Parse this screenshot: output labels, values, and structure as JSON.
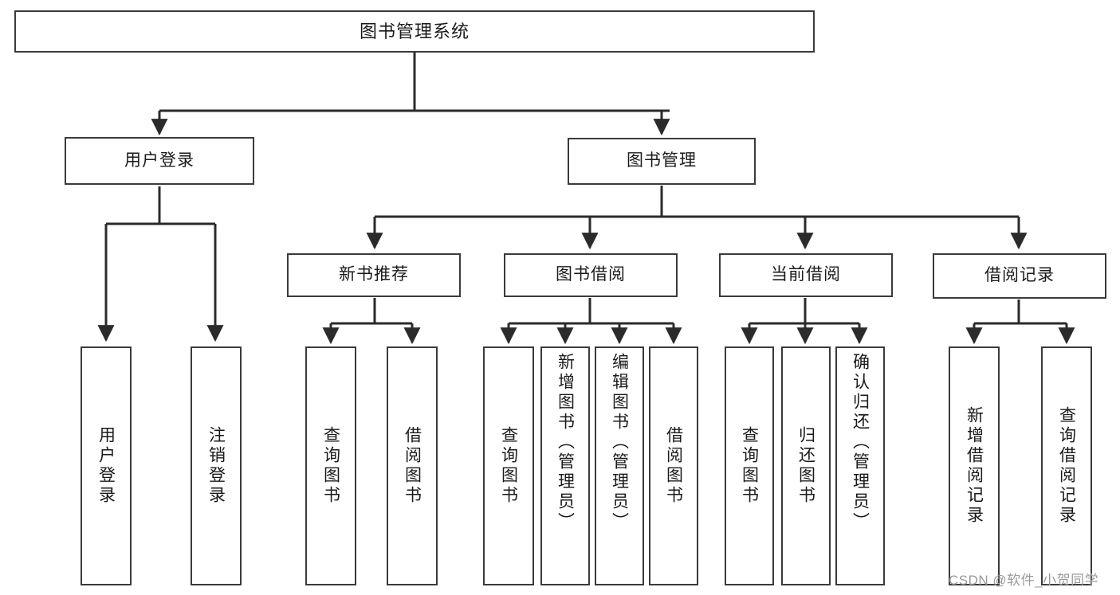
{
  "diagram": {
    "title": "图书管理系统",
    "type": "功能结构图",
    "watermark": "CSDN @软件_小贺同学",
    "colors": {
      "background": "#ffffff",
      "box_border": "#3a3a3a",
      "connector": "#2b2b2b",
      "text": "#1a1a1a",
      "watermark": "#9a9a9a"
    },
    "root": {
      "id": "root",
      "label": "图书管理系统"
    },
    "level2": [
      {
        "id": "user-login",
        "label": "用户登录"
      },
      {
        "id": "book-manage",
        "label": "图书管理"
      }
    ],
    "level3": [
      {
        "id": "new-book-recommend",
        "label": "新书推荐",
        "parent": "book-manage"
      },
      {
        "id": "book-borrow",
        "label": "图书借阅",
        "parent": "book-manage"
      },
      {
        "id": "current-borrow",
        "label": "当前借阅",
        "parent": "book-manage"
      },
      {
        "id": "borrow-record",
        "label": "借阅记录",
        "parent": "book-manage"
      }
    ],
    "leaves": {
      "user-login": [
        {
          "id": "leaf-user-login",
          "label": "用户登录"
        },
        {
          "id": "leaf-user-logout",
          "label": "注销登录"
        }
      ],
      "new-book-recommend": [
        {
          "id": "leaf-query-book-1",
          "label": "查询图书"
        },
        {
          "id": "leaf-borrow-book-1",
          "label": "借阅图书"
        }
      ],
      "book-borrow": [
        {
          "id": "leaf-query-book-2",
          "label": "查询图书"
        },
        {
          "id": "leaf-add-book",
          "label": "新增图书（管理员）"
        },
        {
          "id": "leaf-edit-book",
          "label": "编辑图书（管理员）"
        },
        {
          "id": "leaf-borrow-book-2",
          "label": "借阅图书"
        }
      ],
      "current-borrow": [
        {
          "id": "leaf-query-book-3",
          "label": "查询图书"
        },
        {
          "id": "leaf-return-book",
          "label": "归还图书"
        },
        {
          "id": "leaf-confirm-return",
          "label": "确认归还（管理员）"
        }
      ],
      "borrow-record": [
        {
          "id": "leaf-add-record",
          "label": "新增借阅记录"
        },
        {
          "id": "leaf-query-record",
          "label": "查询借阅记录"
        }
      ]
    }
  }
}
